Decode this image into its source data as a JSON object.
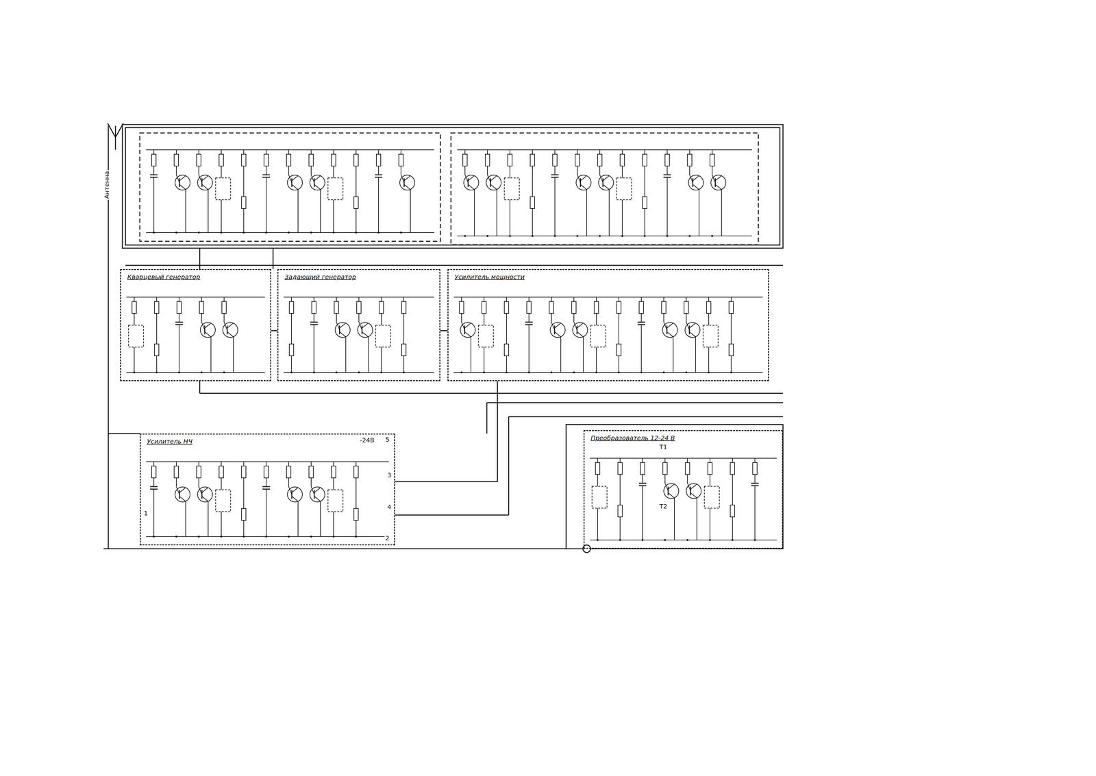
{
  "diagram": {
    "nodes": [
      {
        "text": [
          "Кварцевый генератор"
        ]
      },
      {
        "text": [
          "Задающий генератор"
        ]
      },
      {
        "text": [
          "Усилитель мощности"
        ]
      },
      {
        "text": [
          "Усилитель НЧ"
        ]
      },
      {
        "text": [
          "Преобразователь 12-24 В"
        ]
      }
    ],
    "edges": [
      {
        "from": 0,
        "to": 1,
        "arrow": "none"
      },
      {
        "from": 1,
        "to": 2,
        "arrow": "none"
      },
      {
        "from": 3,
        "to": 2,
        "arrow": "none"
      }
    ],
    "labels": [
      "Антенна",
      "5",
      "-24В",
      "1",
      "2",
      "3",
      "4",
      "Т1",
      "Т2"
    ]
  }
}
